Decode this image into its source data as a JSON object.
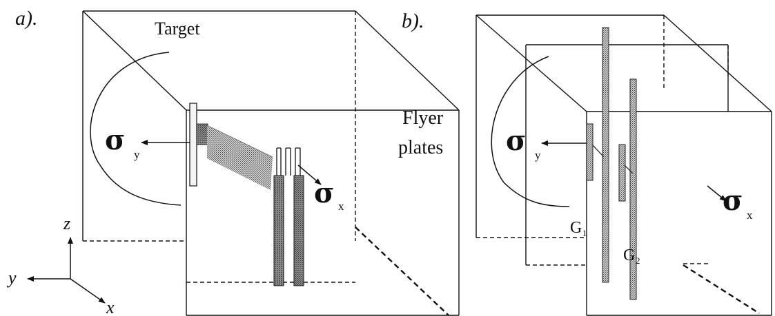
{
  "panel_a": {
    "label": "a).",
    "target_label": "Target",
    "flyer_label_line1": "Flyer",
    "flyer_label_line2": "plates",
    "sigma_y": {
      "symbol": "σ",
      "subscript": "y"
    },
    "sigma_x": {
      "symbol": "σ",
      "subscript": "x"
    },
    "axes": {
      "z": "z",
      "y": "y",
      "x": "x"
    }
  },
  "panel_b": {
    "label": "b).",
    "sigma_y": {
      "symbol": "σ",
      "subscript": "y"
    },
    "sigma_x": {
      "symbol": "σ",
      "subscript": "x"
    },
    "gauge1": {
      "letter": "G",
      "subscript": "1"
    },
    "gauge2": {
      "letter": "G",
      "subscript": "2"
    }
  },
  "colors": {
    "line": "#111111",
    "plate_fill": "#9a9a9a",
    "plate_fill_light": "#c8c8c8"
  }
}
